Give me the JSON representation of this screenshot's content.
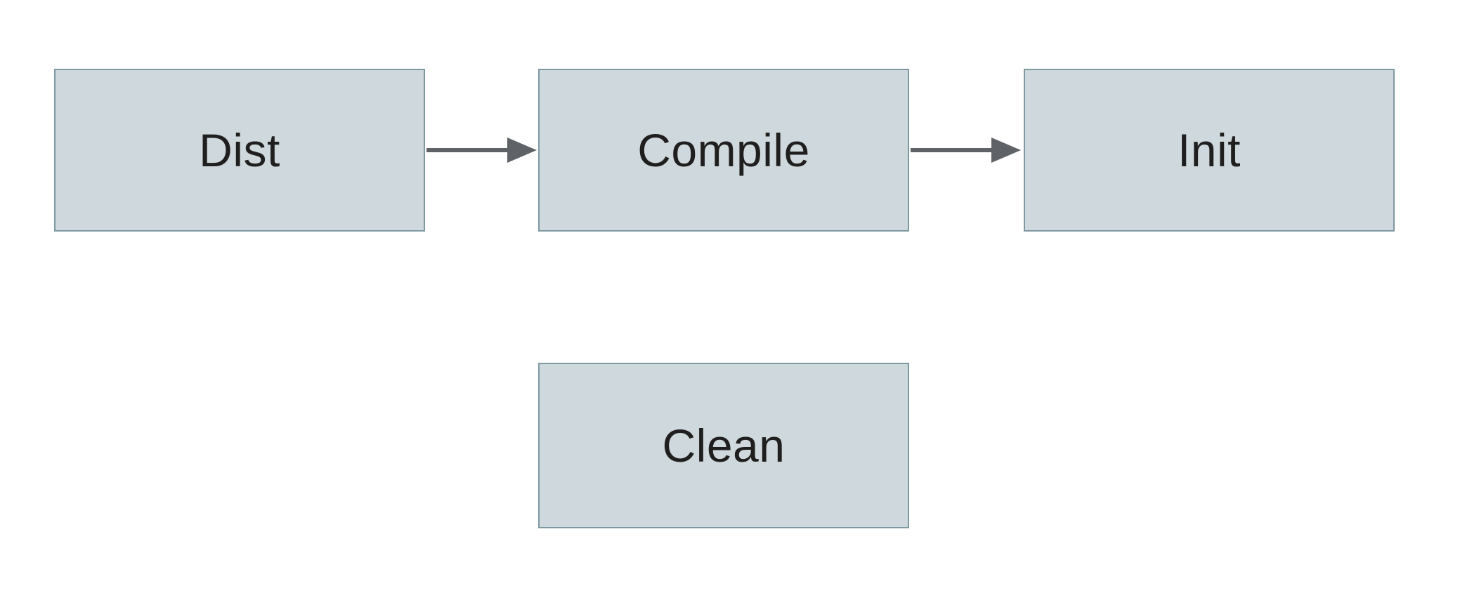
{
  "diagram": {
    "type": "flowchart",
    "nodes": [
      {
        "id": "dist",
        "label": "Dist"
      },
      {
        "id": "compile",
        "label": "Compile"
      },
      {
        "id": "init",
        "label": "Init"
      },
      {
        "id": "clean",
        "label": "Clean"
      }
    ],
    "edges": [
      {
        "from": "dist",
        "to": "compile"
      },
      {
        "from": "compile",
        "to": "init"
      }
    ]
  },
  "colors": {
    "background": "#ffffff",
    "node_fill": "#cfd8dc",
    "node_border": "#7f99a3",
    "arrow": "#5f6368",
    "text": "#1f1f1f"
  }
}
